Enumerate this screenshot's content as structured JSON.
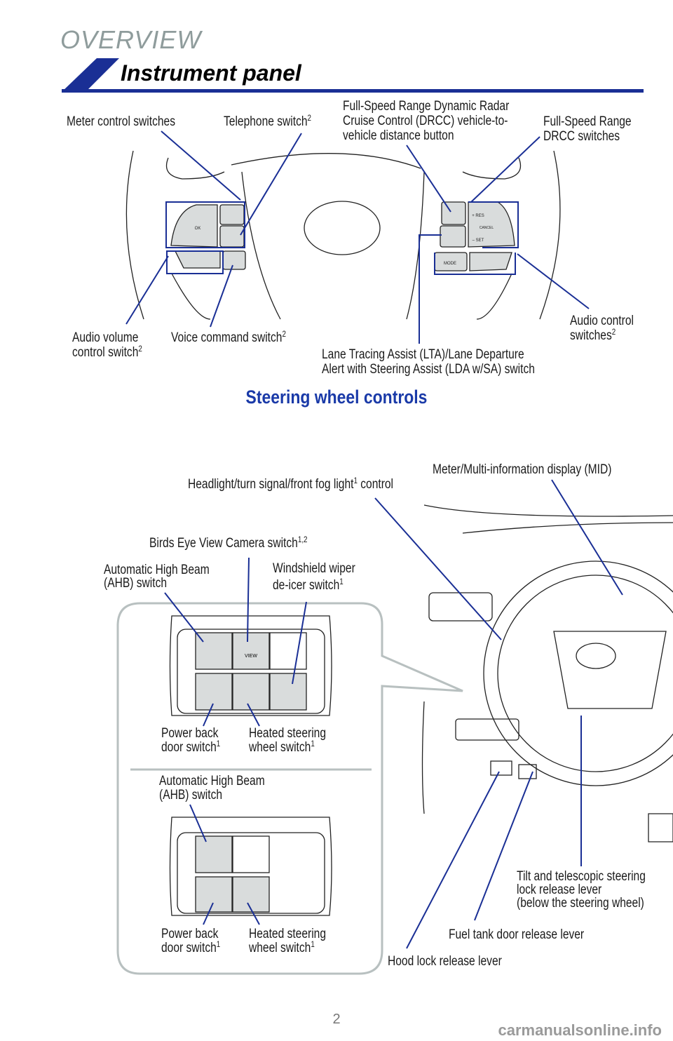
{
  "header": {
    "section": "OVERVIEW",
    "title": "Instrument panel"
  },
  "steering": {
    "caption": "Steering wheel controls",
    "labels": {
      "meter_control": "Meter control switches",
      "telephone": "Telephone switch",
      "telephone_sup": "2",
      "drcc_distance": [
        "Full-Speed Range Dynamic Radar",
        "Cruise Control (DRCC) vehicle-to-",
        "vehicle distance button"
      ],
      "drcc_switches": [
        "Full-Speed Range",
        "DRCC switches"
      ],
      "audio_volume": [
        "Audio volume",
        "control switch"
      ],
      "audio_volume_sup": "2",
      "voice": "Voice command switch",
      "voice_sup": "2",
      "audio_control": [
        "Audio control",
        "switches"
      ],
      "audio_control_sup": "2",
      "lta": [
        "Lane Tracing Assist (LTA)/Lane Departure",
        "Alert with Steering Assist (LDA w/SA) switch"
      ]
    },
    "button_text": {
      "ok": "OK",
      "res": "+ RES",
      "set": "– SET",
      "cancel": "CANCEL",
      "mode": "MODE"
    }
  },
  "instrument": {
    "mid": "Meter/Multi-information display (MID)",
    "headlight": "Headlight/turn signal/front fog light",
    "headlight_sup": "1",
    "headlight_tail": " control",
    "bev": "Birds Eye View Camera switch",
    "bev_sup": "1,2",
    "ahb": [
      "Automatic High Beam",
      "(AHB) switch"
    ],
    "deicer": [
      "Windshield wiper",
      "de-icer switch"
    ],
    "deicer_sup": "1",
    "power_door": [
      "Power back",
      "door switch"
    ],
    "power_door_sup": "1",
    "heated_wheel": [
      "Heated steering",
      "wheel switch"
    ],
    "heated_wheel_sup": "1",
    "ahb2": [
      "Automatic High Beam",
      "(AHB) switch"
    ],
    "power_door2": [
      "Power back",
      "door switch"
    ],
    "power_door2_sup": "1",
    "heated_wheel2": [
      "Heated steering",
      "wheel switch"
    ],
    "heated_wheel2_sup": "1",
    "tilt": [
      "Tilt and telescopic steering",
      "lock release lever",
      "(below the steering wheel)"
    ],
    "fuel": "Fuel tank door release lever",
    "hood": "Hood lock release lever",
    "view_btn": "VIEW"
  },
  "footer": {
    "page": "2",
    "watermark": "carmanualsonline.info"
  },
  "colors": {
    "accent": "#1a2f95",
    "heading_gray": "#8f9c9c",
    "caption_blue": "#1a3aa8"
  }
}
